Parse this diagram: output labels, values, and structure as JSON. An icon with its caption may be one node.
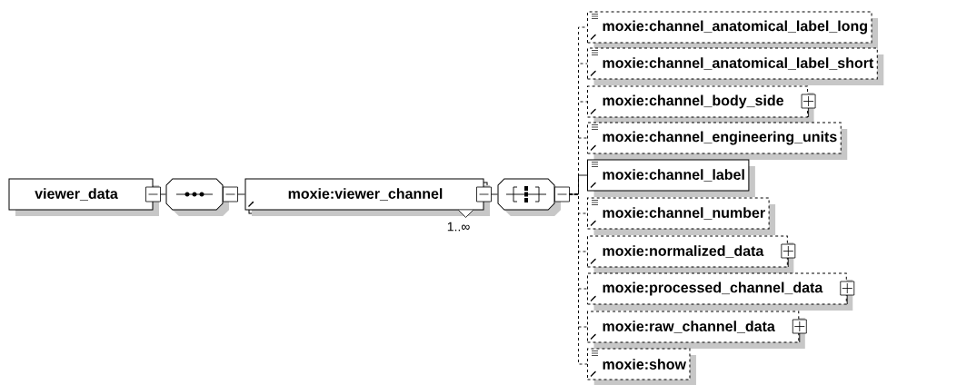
{
  "diagram": {
    "nodes": [
      {
        "text": [
          "viewer_data"
        ]
      },
      {
        "text": [],
        "shape": "octagon"
      },
      {
        "text": [
          "moxie:viewer_channel"
        ],
        "beside": [
          "1..∞"
        ]
      },
      {
        "text": [],
        "shape": "octagon"
      },
      {
        "text": [
          "moxie:channel_anatomical_label_long"
        ]
      },
      {
        "text": [
          "moxie:channel_anatomical_label_short"
        ]
      },
      {
        "text": [
          "moxie:channel_body_side"
        ]
      },
      {
        "text": [
          "moxie:channel_engineering_units"
        ]
      },
      {
        "text": [
          "moxie:channel_label"
        ]
      },
      {
        "text": [
          "moxie:channel_number"
        ]
      },
      {
        "text": [
          "moxie:normalized_data"
        ]
      },
      {
        "text": [
          "moxie:processed_channel_data"
        ]
      },
      {
        "text": [
          "moxie:raw_channel_data"
        ]
      },
      {
        "text": [
          "moxie:show"
        ]
      }
    ],
    "edges": [
      {
        "from": 0,
        "to": 1,
        "arrow": "none"
      },
      {
        "from": 1,
        "to": 2,
        "arrow": "none"
      },
      {
        "from": 2,
        "to": 3,
        "arrow": "none"
      },
      {
        "from": 3,
        "to": 4,
        "arrow": "none",
        "style": "dashed"
      },
      {
        "from": 3,
        "to": 5,
        "arrow": "none",
        "style": "dashed"
      },
      {
        "from": 3,
        "to": 6,
        "arrow": "none",
        "style": "dashed"
      },
      {
        "from": 3,
        "to": 7,
        "arrow": "none",
        "style": "dashed"
      },
      {
        "from": 3,
        "to": 8,
        "arrow": "none"
      },
      {
        "from": 3,
        "to": 9,
        "arrow": "none",
        "style": "dashed"
      },
      {
        "from": 3,
        "to": 10,
        "arrow": "none",
        "style": "dashed"
      },
      {
        "from": 3,
        "to": 11,
        "arrow": "none",
        "style": "dashed"
      },
      {
        "from": 3,
        "to": 12,
        "arrow": "none",
        "style": "dashed"
      },
      {
        "from": 3,
        "to": 13,
        "arrow": "none",
        "style": "dashed"
      }
    ]
  }
}
